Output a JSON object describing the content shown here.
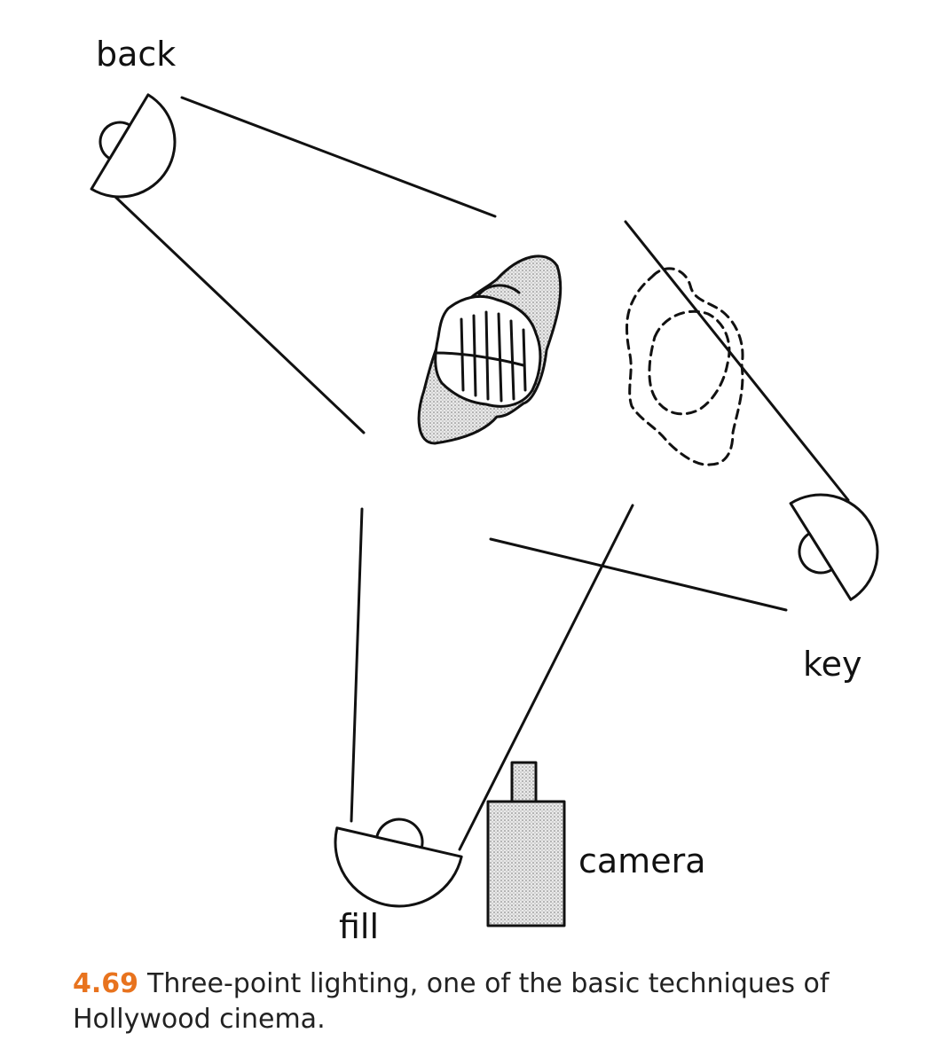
{
  "labels": {
    "back": "back",
    "key": "key",
    "fill": "fill",
    "camera": "camera"
  },
  "caption": {
    "number": "4.69",
    "text": "Three-point lighting, one of the basic techniques of Hollywood cinema."
  },
  "colors": {
    "caption_number": "#e8731e",
    "ink": "#111111",
    "shading": "#cfcfcf"
  }
}
